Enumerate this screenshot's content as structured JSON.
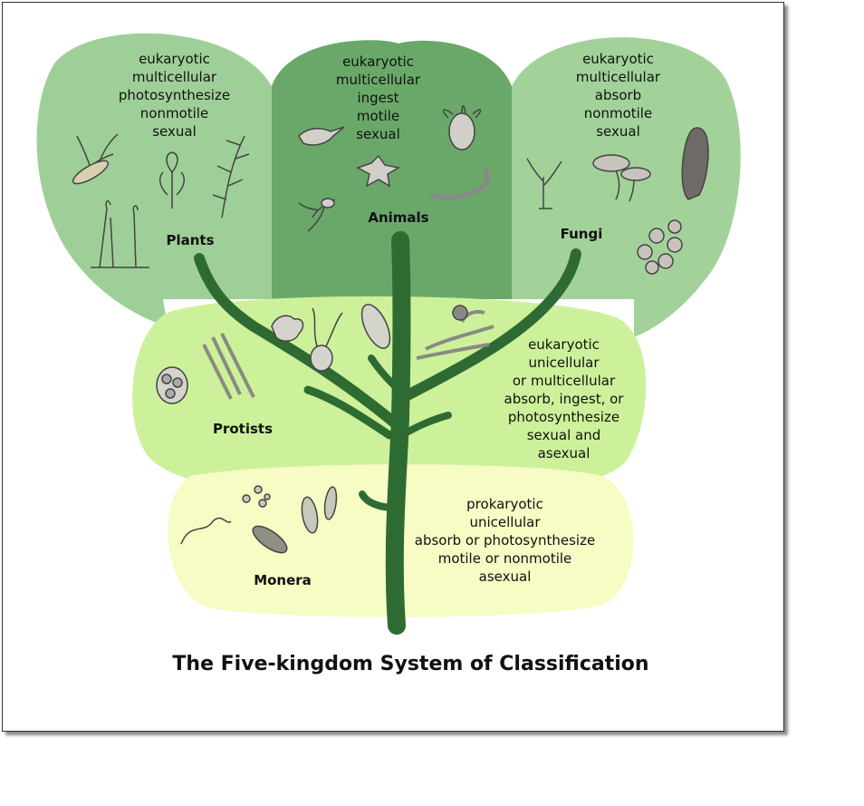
{
  "title": "The Five-kingdom System of Classification",
  "kingdoms": {
    "plants": {
      "name": "Plants",
      "traits": [
        "eukaryotic",
        "multicellular",
        "photosynthesize",
        "nonmotile",
        "sexual"
      ]
    },
    "animals": {
      "name": "Animals",
      "traits": [
        "eukaryotic",
        "multicellular",
        "ingest",
        "motile",
        "sexual"
      ]
    },
    "fungi": {
      "name": "Fungi",
      "traits": [
        "eukaryotic",
        "multicellular",
        "absorb",
        "nonmotile",
        "sexual"
      ]
    },
    "protists": {
      "name": "Protists",
      "traits": [
        "eukaryotic",
        "unicellular",
        "or multicellular",
        "absorb, ingest, or",
        "photosynthesize",
        "sexual and",
        "asexual"
      ]
    },
    "monera": {
      "name": "Monera",
      "traits": [
        "prokaryotic",
        "unicellular",
        "absorb or photosynthesize",
        "motile or nonmotile",
        "asexual"
      ]
    }
  },
  "colors": {
    "plants": "#9fcf98",
    "animals": "#6aa86a",
    "fungi": "#a2d29a",
    "protists": "#cdf19a",
    "monera": "#f7fbc4",
    "tree": "#2e6b32"
  },
  "icons": [
    "plant-sketch-icon",
    "animal-sketch-icon",
    "fungus-sketch-icon",
    "protist-sketch-icon",
    "bacteria-sketch-icon"
  ]
}
